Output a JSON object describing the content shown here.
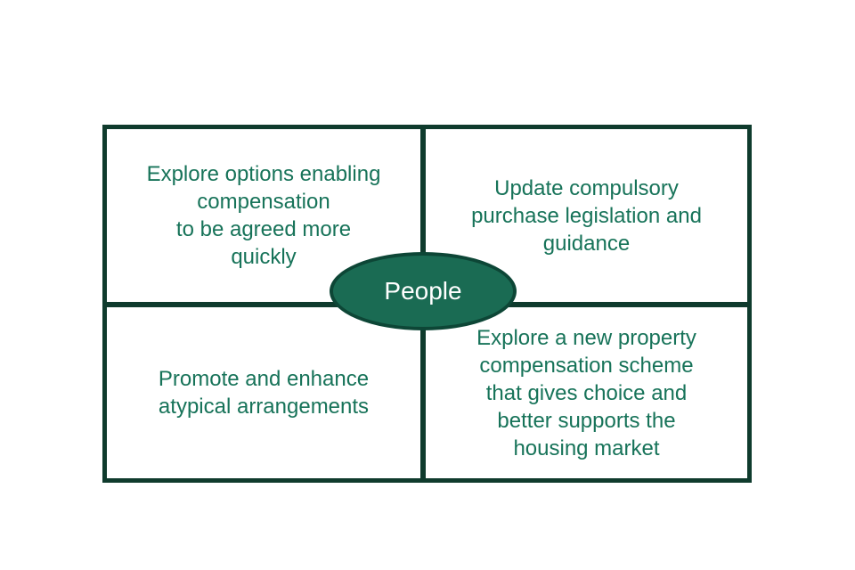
{
  "diagram": {
    "title": "People quadrant diagram",
    "center": {
      "label": "People"
    },
    "quadrants": [
      {
        "position": "top-left",
        "text": "Explore options enabling\ncompensation\nto be agreed more\nquickly"
      },
      {
        "position": "top-right",
        "text": "Update compulsory\npurchase legislation and\nguidance"
      },
      {
        "position": "bottom-left",
        "text": "Promote and enhance\natypical arrangements"
      },
      {
        "position": "bottom-right",
        "text": "Explore a new property\ncompensation scheme\nthat gives choice and\nbetter supports the\nhousing market"
      }
    ],
    "colors": {
      "background": "#ffffff",
      "grid_border": "#0f3b2d",
      "quadrant_text": "#177359",
      "ellipse_fill": "#1a6b53",
      "ellipse_border": "#0d4636",
      "center_text": "#ffffff"
    }
  }
}
